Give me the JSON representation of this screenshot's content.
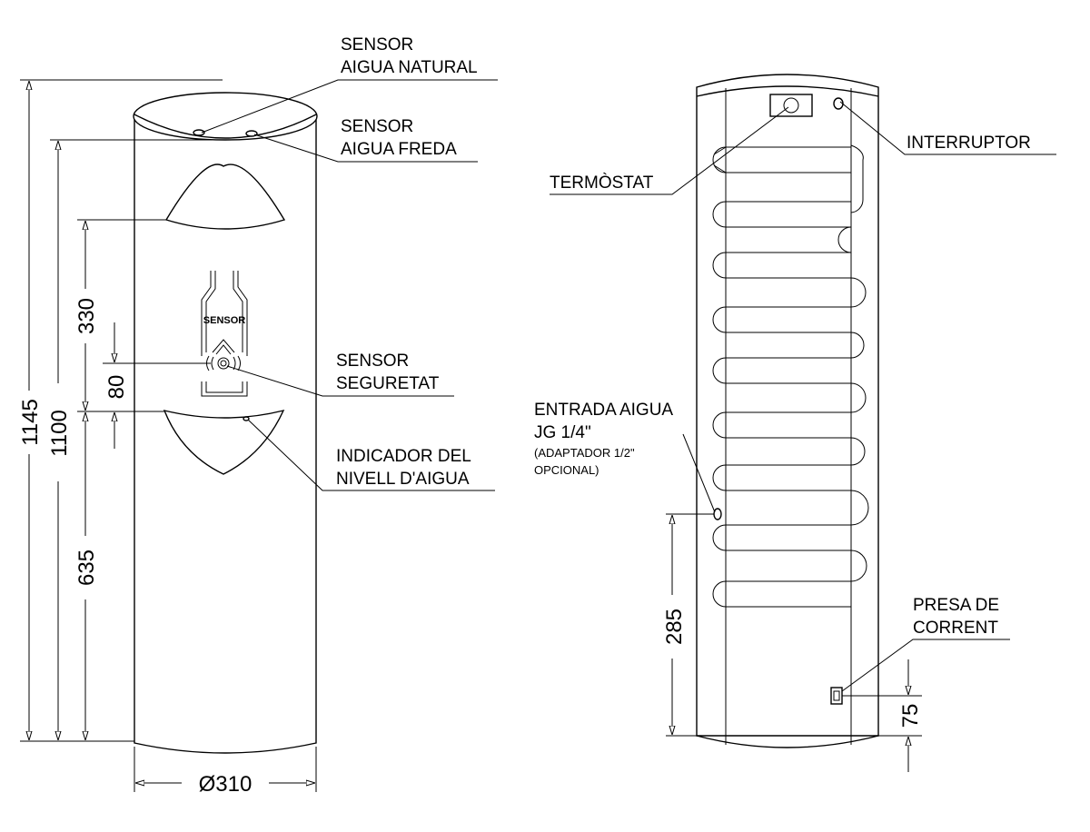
{
  "front_view": {
    "labels": {
      "sensor_natural": [
        "SENSOR",
        "AIGUA NATURAL"
      ],
      "sensor_freda": [
        "SENSOR",
        "AIGUA FREDA"
      ],
      "sensor_seguretat": [
        "SENSOR",
        "SEGURETAT"
      ],
      "indicador": [
        "INDICADOR DEL",
        "NIVELL D'AIGUA"
      ]
    },
    "logo_text": "SENSOR",
    "dimensions": {
      "total_height": "1145",
      "height_1100": "1100",
      "dim_330": "330",
      "dim_80": "80",
      "dim_635": "635",
      "diameter": "Ø310"
    }
  },
  "back_view": {
    "labels": {
      "interruptor": "INTERRUPTOR",
      "termostat": "TERMÒSTAT",
      "entrada": [
        "ENTRADA AIGUA",
        "JG 1/4\""
      ],
      "adaptador": [
        "(ADAPTADOR 1/2\"",
        "OPCIONAL)"
      ],
      "presa": [
        "PRESA DE",
        "CORRENT"
      ]
    },
    "dimensions": {
      "dim_285": "285",
      "dim_75": "75"
    }
  }
}
